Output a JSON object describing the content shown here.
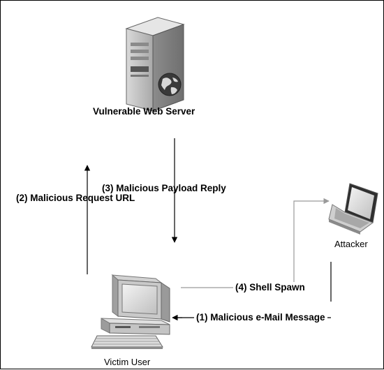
{
  "nodes": {
    "server_label": "Vulnerable Web Server",
    "attacker_label": "Attacker",
    "victim_label": "Victim User"
  },
  "steps": {
    "step1": "(1) Malicious e-Mail Message",
    "step2": "(2) Malicious Request URL",
    "step3": "(3) Malicious Payload Reply",
    "step4": "(4) Shell Spawn"
  },
  "colors": {
    "arrow_dark": "#000000",
    "arrow_gray": "#9a9a9a",
    "device_gray": "#bdbdbd"
  },
  "icons": {
    "server": "server-tower-icon",
    "globe": "globe-icon",
    "laptop": "laptop-icon",
    "desktop": "desktop-computer-icon"
  }
}
